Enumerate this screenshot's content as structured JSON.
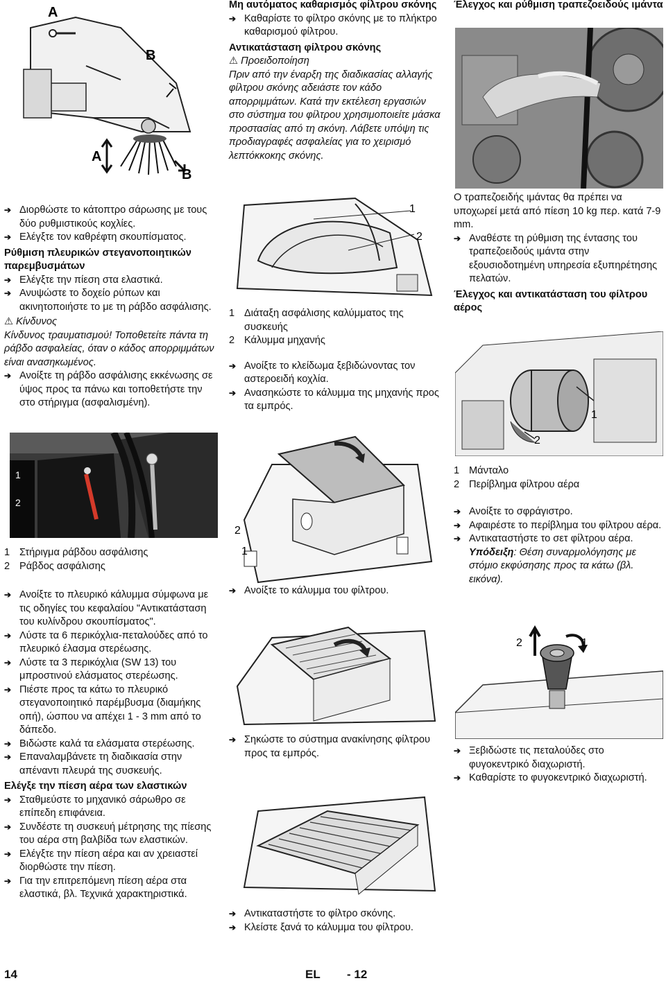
{
  "col1": {
    "fig1": {
      "label_a_top": "A",
      "label_b_top": "B",
      "label_a_bottom": "A",
      "label_b_bottom": "B"
    },
    "t1": "Διορθώστε το κάτοπτρο σάρωσης με τους δύο ρυθμιστικούς κοχλίες.",
    "t2": "Ελέγξτε τον καθρέφτη σκουπίσματος.",
    "h1": "Ρύθμιση πλευρικών στεγανοποιητικών παρεμβυσμάτων",
    "t3": "Ελέγξτε την πίεση στα ελαστικά.",
    "t4": "Ανυψώστε το δοχείο ρύπων και ακινητοποιήστε το με τη ράβδο ασφάλισης.",
    "warn_title": "Κίνδυνος",
    "warn_text": "Κίνδυνος τραυματισμού! Τοποθετείτε πάντα τη ράβδο ασφαλείας, όταν ο κάδος απορριμμάτων είναι ανασηκωμένος.",
    "t5": "Ανοίξτε τη ράβδο ασφάλισης εκκένωσης σε ύψος προς τα πάνω και τοποθετήστε την στο στήριγμα (ασφαλισμένη).",
    "fig2": {
      "label1": "1",
      "label2": "2"
    },
    "cap1_n": "1",
    "cap1": "Στήριγμα ράβδου ασφάλισης",
    "cap2_n": "2",
    "cap2": "Ράβδος ασφάλισης",
    "t6": "Ανοίξτε το πλευρικό κάλυμμα σύμφωνα με τις οδηγίες του κεφαλαίου \"Αντικατάσταση του κυλίνδρου σκουπίσματος\".",
    "t7": "Λύστε τα 6 περικόχλια-πεταλούδες από το πλευρικό έλασμα στερέωσης.",
    "t8": "Λύστε τα 3 περικόχλια (SW 13) του μπροστινού ελάσματος στερέωσης.",
    "t9": "Πιέστε προς τα κάτω το πλευρικό στεγανοποιητικό παρέμβυσμα (διαμήκης οπή), ώσπου να απέχει 1 - 3 mm από το δάπεδο.",
    "t10": "Βιδώστε καλά τα ελάσματα στερέωσης.",
    "t11": "Επαναλαμβάνετε τη διαδικασία στην απέναντι πλευρά της συσκευής.",
    "h2": "Ελέγξε την πίεση αέρα των ελαστικών",
    "t12": "Σταθμεύστε το μηχανικό σάρωθρο σε επίπεδη επιφάνεια.",
    "t13": "Συνδέστε τη συσκευή μέτρησης της πίεσης του αέρα στη βαλβίδα των ελαστικών.",
    "t14": "Ελέγξτε την πίεση αέρα και αν χρειαστεί διορθώστε την πίεση.",
    "t15": "Για την επιτρεπόμενη πίεση αέρα στα ελαστικά, βλ. Τεχνικά χαρακτηριστικά."
  },
  "col2": {
    "h1": "Μη αυτόματος καθαρισμός φίλτρου σκόνης",
    "t1": "Καθαρίστε το φίλτρο σκόνης με το πλήκτρο καθαρισμού φίλτρου.",
    "h2": "Αντικατάσταση φίλτρου σκόνης",
    "warn_title": "Προειδοποίηση",
    "warn_text": "Πριν από την έναρξη της διαδικασίας αλλαγής φίλτρου σκόνης αδειάστε τον κάδο απορριμμάτων. Κατά την εκτέλεση εργασιών στο σύστημα του φίλτρου χρησιμοποιείτε μάσκα προστασίας από τη σκόνη. Λάβετε υπόψη τις προδιαγραφές ασφαλείας για το χειρισμό λεπτόκκοκης σκόνης.",
    "fig1": {
      "label1": "1",
      "label2": "2"
    },
    "cap1_n": "1",
    "cap1": "Διάταξη ασφάλισης καλύμματος της συσκευής",
    "cap2_n": "2",
    "cap2": "Κάλυμμα μηχανής",
    "t2": "Ανοίξτε το κλείδωμα ξεβιδώνοντας τον αστεροειδή κοχλία.",
    "t3": "Ανασηκώστε το κάλυμμα της μηχανής προς τα εμπρός.",
    "fig2": {
      "label2": "2",
      "label1": "1"
    },
    "t4": "Ανοίξτε το κάλυμμα του φίλτρου.",
    "t5": "Σηκώστε το σύστημα ανακίνησης φίλτρου προς τα εμπρός.",
    "t6": "Αντικαταστήστε το φίλτρο σκόνης.",
    "t7": "Κλείστε ξανά το κάλυμμα του φίλτρου."
  },
  "col3": {
    "h1": "Έλεγχος και ρύθμιση τραπεζοειδούς ιμάντα",
    "t1": "Ο τραπεζοειδής ιμάντας θα πρέπει να υποχωρεί μετά από πίεση 10 kg περ. κατά 7-9 mm.",
    "t2": "Αναθέστε τη ρύθμιση της έντασης του τραπεζοειδούς ιμάντα στην εξουσιοδοτημένη υπηρεσία εξυπηρέτησης πελατών.",
    "h2": "Έλεγχος και αντικατάσταση του φίλτρου αέρος",
    "fig2": {
      "label1": "1",
      "label2": "2"
    },
    "cap1_n": "1",
    "cap1": "Μάνταλο",
    "cap2_n": "2",
    "cap2": "Περίβλημα φίλτρου αέρα",
    "t3": "Ανοίξτε το σφράγιστρο.",
    "t4": "Αφαιρέστε το περίβλημα του φίλτρου αέρα.",
    "t5": "Αντικαταστήστε το σετ φίλτρου αέρα.",
    "note_label": "Υπόδειξη",
    "note_text": ": Θέση συναρμολόγησης με στόμιο εκφύσησης προς τα κάτω (βλ. εικόνα).",
    "fig3": {
      "label2": "2",
      "label1": "1"
    },
    "t6": "Ξεβιδώστε τις πεταλούδες στο φυγοκεντρικό διαχωριστή.",
    "t7": "Καθαρίστε το φυγοκεντρικό διαχωριστή."
  },
  "footer": {
    "page": "14",
    "lang": "EL",
    "num": "- 12"
  },
  "icons": {
    "bullet": "arrow-right-icon",
    "warning": "warning-triangle-icon"
  }
}
